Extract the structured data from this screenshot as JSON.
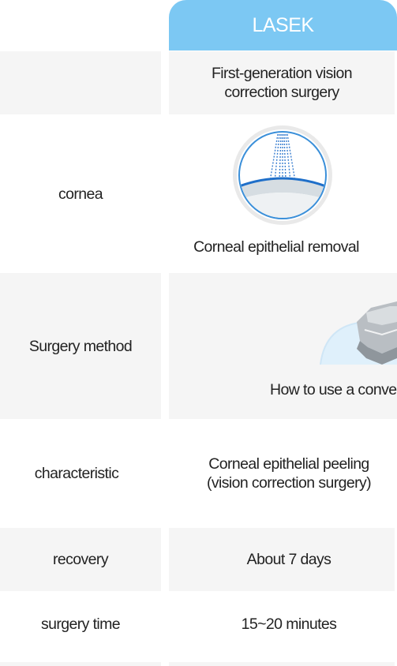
{
  "header": {
    "title": "LASEK"
  },
  "rows": {
    "generation": {
      "label": "",
      "value": "First-generation vision\ncorrection surgery"
    },
    "cornea": {
      "label": "cornea",
      "caption": "Corneal epithelial removal"
    },
    "method": {
      "label": "Surgery method",
      "caption": "How to use a conve"
    },
    "characteristic": {
      "label": "characteristic",
      "value": "Corneal epithelial peeling\n(vision correction surgery)"
    },
    "recovery": {
      "label": "recovery",
      "value": "About 7 days"
    },
    "time": {
      "label": "surgery time",
      "value": "15~20 minutes"
    }
  },
  "colors": {
    "header_bg": "#7cc8f3",
    "row_gray": "#f5f5f5",
    "laser_blue": "#2f7fd6"
  },
  "icons": {
    "cornea": "cornea-laser-illustration",
    "method": "surgical-device-illustration"
  }
}
